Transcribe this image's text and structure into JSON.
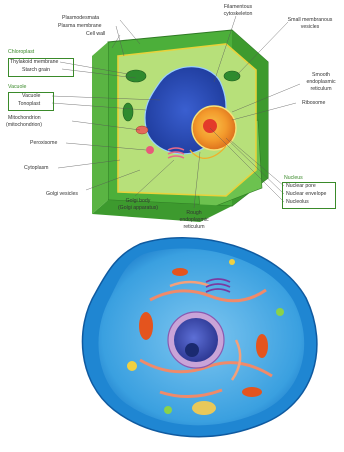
{
  "plant_cell": {
    "labels": {
      "plasmodesmata": "Plasmodesmata",
      "plasma_membrane": "Plasma membrane",
      "cell_wall": "Cell wall",
      "chloroplast": "Chloroplast",
      "thylakoid_membrane": "Thylakoid membrane",
      "starch_grain": "Starch grain",
      "vacuole_head": "Vacuole",
      "vacuole": "Vacuole",
      "tonoplast": "Tonoplast",
      "mitochondrion_1": "Mitochondrion",
      "mitochondrion_2": "(mitochondrion)",
      "peroxisome": "Peroxisome",
      "cytoplasm": "Cytoplasm",
      "golgi_vesicles": "Golgi vesicles",
      "golgi_body_1": "Golgi body",
      "golgi_body_2": "(Golgi apparatus)",
      "rough_er_1": "Rough",
      "rough_er_2": "endoplasmic",
      "rough_er_3": "reticulum",
      "filamentous_1": "Filamentous",
      "filamentous_2": "cytoskeleton",
      "small_vesicles_1": "Small membranous",
      "small_vesicles_2": "vesicles",
      "smooth_er_1": "Smooth",
      "smooth_er_2": "endoplasmic",
      "smooth_er_3": "reticulum",
      "ribosome": "Ribosome",
      "nucleus_head": "Nucleus",
      "nuclear_pore": "Nuclear pore",
      "nuclear_envelope": "Nuclear envelope",
      "nucleolus": "Nucleolus"
    }
  }
}
